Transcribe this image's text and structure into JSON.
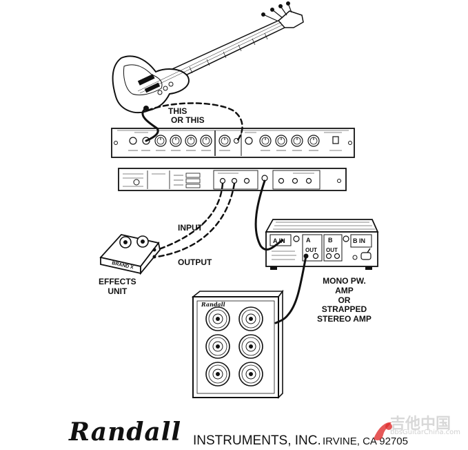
{
  "labels": {
    "this": "THIS",
    "or_this": "OR THIS",
    "input": "INPUT",
    "output": "OUTPUT",
    "effects_unit": "EFFECTS\nUNIT",
    "power_amp": "MONO PW.\nAMP\nOR\nSTRAPPED\nSTEREO AMP"
  },
  "footer": {
    "brand": "Randall",
    "company": "INSTRUMENTS, INC.",
    "location": "IRVINE, CA 92705"
  },
  "watermark": {
    "chinese": "吉他中国",
    "url": "bbsGuitarChina.com"
  }
}
